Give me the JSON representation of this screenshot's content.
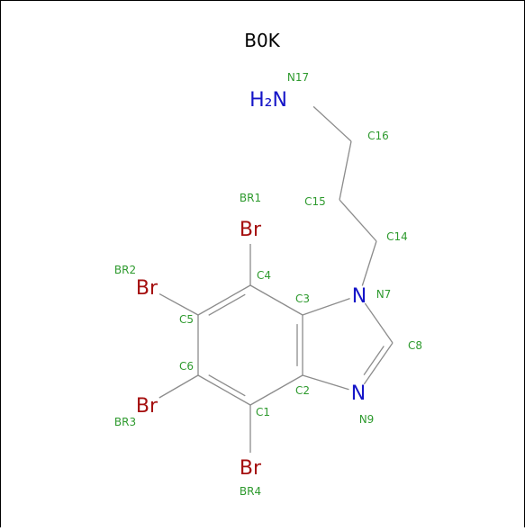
{
  "title": "B0K",
  "colors": {
    "background": "#ffffff",
    "border": "#000000",
    "bond": "#8c8c8c",
    "index_label": "#2e9a2e",
    "bromine": "#a50f0f",
    "nitrogen": "#1515c8"
  },
  "atoms": [
    {
      "id": "N17",
      "symbol": "N",
      "display": "H₂N",
      "index_label": "N17",
      "element": "nitrogen"
    },
    {
      "id": "C16",
      "symbol": "C",
      "display": "",
      "index_label": "C16",
      "element": "carbon"
    },
    {
      "id": "C15",
      "symbol": "C",
      "display": "",
      "index_label": "C15",
      "element": "carbon"
    },
    {
      "id": "C14",
      "symbol": "C",
      "display": "",
      "index_label": "C14",
      "element": "carbon"
    },
    {
      "id": "N7",
      "symbol": "N",
      "display": "N",
      "index_label": "N7",
      "element": "nitrogen"
    },
    {
      "id": "C8",
      "symbol": "C",
      "display": "",
      "index_label": "C8",
      "element": "carbon"
    },
    {
      "id": "N9",
      "symbol": "N",
      "display": "N",
      "index_label": "N9",
      "element": "nitrogen"
    },
    {
      "id": "C3",
      "symbol": "C",
      "display": "",
      "index_label": "C3",
      "element": "carbon"
    },
    {
      "id": "C2",
      "symbol": "C",
      "display": "",
      "index_label": "C2",
      "element": "carbon"
    },
    {
      "id": "C4",
      "symbol": "C",
      "display": "",
      "index_label": "C4",
      "element": "carbon"
    },
    {
      "id": "C5",
      "symbol": "C",
      "display": "",
      "index_label": "C5",
      "element": "carbon"
    },
    {
      "id": "C6",
      "symbol": "C",
      "display": "",
      "index_label": "C6",
      "element": "carbon"
    },
    {
      "id": "C1",
      "symbol": "C",
      "display": "",
      "index_label": "C1",
      "element": "carbon"
    },
    {
      "id": "BR1",
      "symbol": "Br",
      "display": "Br",
      "index_label": "BR1",
      "element": "bromine"
    },
    {
      "id": "BR2",
      "symbol": "Br",
      "display": "Br",
      "index_label": "BR2",
      "element": "bromine"
    },
    {
      "id": "BR3",
      "symbol": "Br",
      "display": "Br",
      "index_label": "BR3",
      "element": "bromine"
    },
    {
      "id": "BR4",
      "symbol": "Br",
      "display": "Br",
      "index_label": "BR4",
      "element": "bromine"
    }
  ],
  "bonds": [
    {
      "from": "N17",
      "to": "C16",
      "order": 1
    },
    {
      "from": "C16",
      "to": "C15",
      "order": 1
    },
    {
      "from": "C15",
      "to": "C14",
      "order": 1
    },
    {
      "from": "C14",
      "to": "N7",
      "order": 1
    },
    {
      "from": "N7",
      "to": "C3",
      "order": 1
    },
    {
      "from": "N7",
      "to": "C8",
      "order": 1
    },
    {
      "from": "C8",
      "to": "N9",
      "order": 2
    },
    {
      "from": "N9",
      "to": "C2",
      "order": 1
    },
    {
      "from": "C2",
      "to": "C3",
      "order": 2
    },
    {
      "from": "C3",
      "to": "C4",
      "order": 1
    },
    {
      "from": "C4",
      "to": "C5",
      "order": 2
    },
    {
      "from": "C5",
      "to": "C6",
      "order": 1
    },
    {
      "from": "C6",
      "to": "C1",
      "order": 2
    },
    {
      "from": "C1",
      "to": "C2",
      "order": 1
    },
    {
      "from": "C4",
      "to": "BR1",
      "order": 1
    },
    {
      "from": "C5",
      "to": "BR2",
      "order": 1
    },
    {
      "from": "C6",
      "to": "BR3",
      "order": 1
    },
    {
      "from": "C1",
      "to": "BR4",
      "order": 1
    }
  ]
}
